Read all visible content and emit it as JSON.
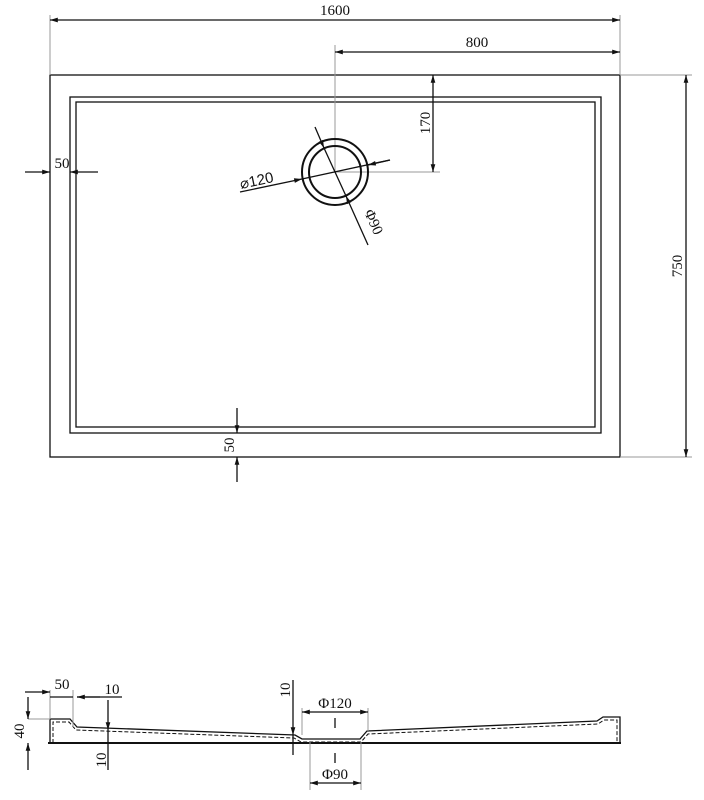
{
  "plan_view": {
    "overall_width": "1600",
    "drain_offset_x": "800",
    "drain_offset_y": "170",
    "overall_depth": "750",
    "rim_width_left": "50",
    "rim_width_bottom": "50",
    "drain_outer_diameter": "⌀120",
    "drain_inner_diameter": "Φ90"
  },
  "section_view": {
    "height": "40",
    "rim_width": "50",
    "step_width": "10",
    "base_thickness": "10",
    "drain_depth": "10",
    "drain_outer_diameter": "Φ120",
    "drain_inner_diameter": "Φ90"
  }
}
